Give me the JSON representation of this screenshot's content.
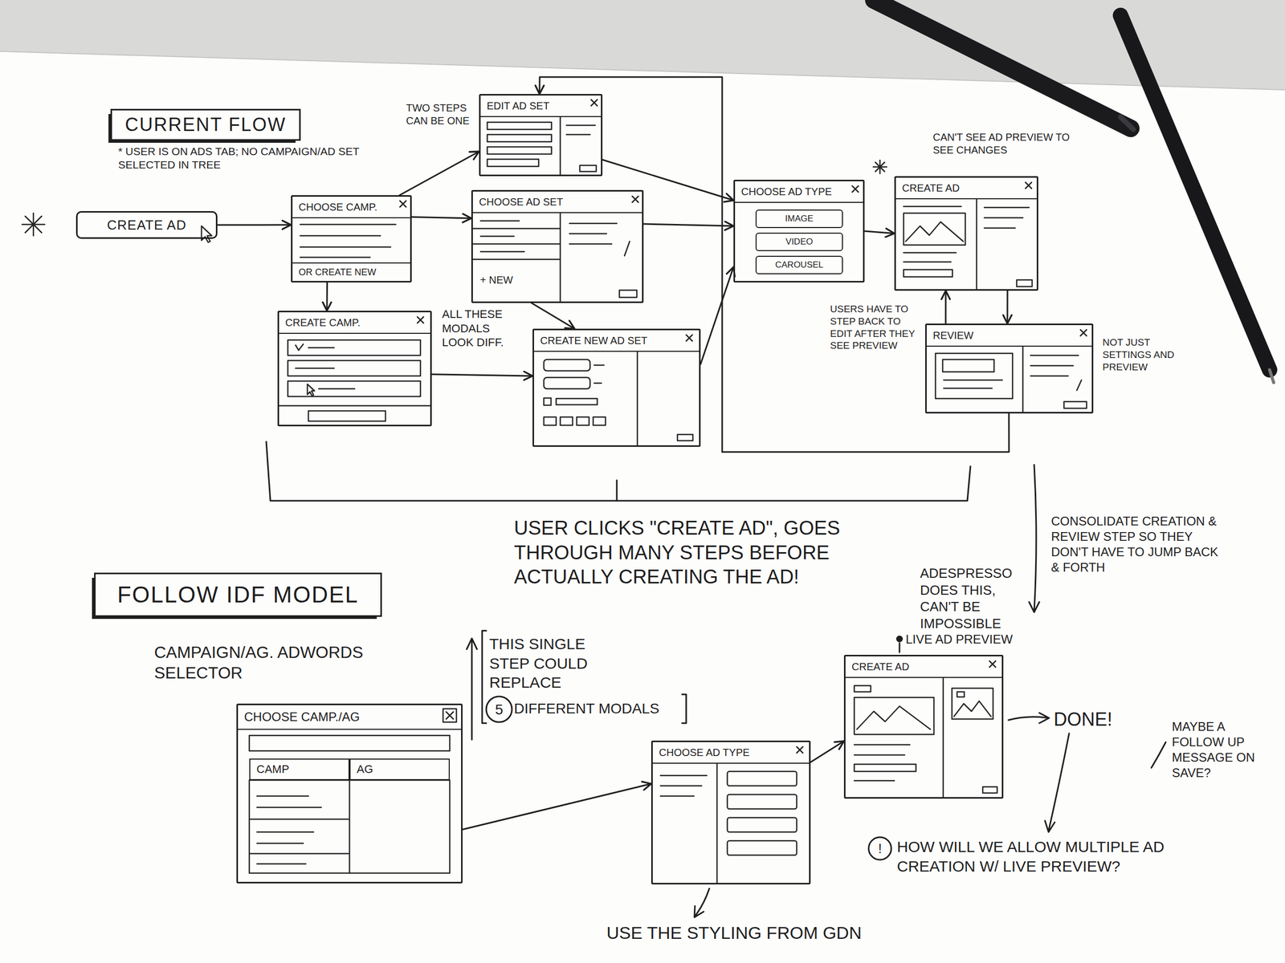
{
  "diagram": {
    "nodes": [
      {
        "text": [
          "CURRENT FLOW"
        ]
      },
      {
        "text": [
          "CREATE AD"
        ]
      },
      {
        "text": [
          "CHOOSE CAMP.",
          "OR CREATE NEW"
        ]
      },
      {
        "text": [
          "EDIT AD SET"
        ]
      },
      {
        "text": [
          "CHOOSE AD SET",
          "+ NEW"
        ]
      },
      {
        "text": [
          "CREATE CAMP."
        ]
      },
      {
        "text": [
          "CREATE NEW AD SET"
        ]
      },
      {
        "text": [
          "CHOOSE AD TYPE"
        ]
      },
      {
        "text": [
          "IMAGE"
        ],
        "in": 7
      },
      {
        "text": [
          "VIDEO"
        ],
        "in": 7
      },
      {
        "text": [
          "CAROUSEL"
        ],
        "in": 7
      },
      {
        "text": [
          "CREATE AD"
        ]
      },
      {
        "text": [
          "REVIEW"
        ]
      },
      {
        "text": [
          "FOLLOW IDF MODEL"
        ]
      },
      {
        "text": [
          "CHOOSE CAMP./AG",
          "CAMP",
          "AG"
        ]
      },
      {
        "text": [
          "CHOOSE AD TYPE"
        ]
      },
      {
        "text": [
          "CREATE AD"
        ]
      }
    ],
    "edges": [
      {
        "from": 1,
        "to": 2,
        "arrow": "to"
      },
      {
        "from": 2,
        "to": 4,
        "arrow": "to"
      },
      {
        "from": 2,
        "to": 3,
        "arrow": "to"
      },
      {
        "from": 2,
        "to": 5,
        "arrow": "to"
      },
      {
        "from": 5,
        "to": 6,
        "arrow": "to"
      },
      {
        "from": 4,
        "to": 6,
        "arrow": "to"
      },
      {
        "from": 4,
        "to": 7,
        "arrow": "to"
      },
      {
        "from": 6,
        "to": 7,
        "arrow": "to"
      },
      {
        "from": 3,
        "to": 7,
        "arrow": "to"
      },
      {
        "from": 7,
        "to": 11,
        "arrow": "to"
      },
      {
        "from": 11,
        "to": 12,
        "arrow": "to"
      },
      {
        "from": 12,
        "to": 11,
        "arrow": "to"
      },
      {
        "from": 12,
        "to": 3,
        "arrow": "to"
      },
      {
        "from": 14,
        "to": 15,
        "arrow": "to"
      },
      {
        "from": 15,
        "to": 16,
        "arrow": "to"
      }
    ],
    "labels": [
      "* USER IS ON ADS TAB; NO CAMPAIGN/AD SET SELECTED IN TREE",
      "TWO STEPS CAN BE ONE",
      "ALL THESE MODALS LOOK DIFF.",
      "CAN'T SEE AD PREVIEW TO SEE CHANGES",
      "USERS HAVE TO STEP BACK TO EDIT AFTER THEY SEE PREVIEW",
      "NOT JUST SETTINGS AND PREVIEW",
      "USER CLICKS \"CREATE AD\", GOES THROUGH MANY STEPS BEFORE ACTUALLY CREATING THE AD!",
      "CAMPAIGN/AG. ADWORDS SELECTOR",
      "THIS SINGLE STEP COULD REPLACE",
      "5",
      "DIFFERENT MODALS",
      "ADESPRESSO DOES THIS, CAN'T BE IMPOSSIBLE",
      "LIVE AD PREVIEW",
      "CONSOLIDATE CREATION & REVIEW STEP SO THEY DON'T HAVE TO JUMP BACK & FORTH",
      "DONE!",
      "MAYBE A FOLLOW UP MESSAGE ON SAVE?",
      "!",
      "HOW WILL WE ALLOW MULTIPLE AD CREATION W/ LIVE PREVIEW?",
      "USE THE STYLING FROM GDN"
    ]
  }
}
